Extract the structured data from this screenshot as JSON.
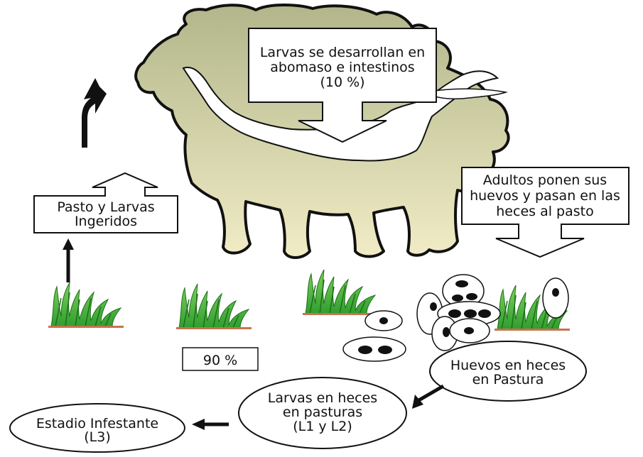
{
  "labels": {
    "larvae_develop": [
      "Larvas se desarrollan en",
      "abomaso e intestinos",
      "(10 %)"
    ],
    "adults_lay_eggs": [
      "Adultos ponen sus",
      "huevos y pasan en las",
      "heces al pasto"
    ],
    "grass_larvae_ingested": [
      "Pasto y Larvas",
      "Ingeridos"
    ],
    "percent_90": "90 %",
    "eggs_in_feces": [
      "Huevos en heces",
      "en Pastura"
    ],
    "larvae_in_feces": [
      "Larvas en heces",
      "en pasturas",
      "(L1 y L2)"
    ],
    "infective_stage": [
      "Estadio Infestante",
      "(L3)"
    ]
  },
  "colors": {
    "sheep_top": "#b2b68a",
    "sheep_bottom": "#f1ecc6",
    "grass": "#2f9e2f",
    "grass_light": "#7fd05a",
    "soil": "#c8724e"
  }
}
